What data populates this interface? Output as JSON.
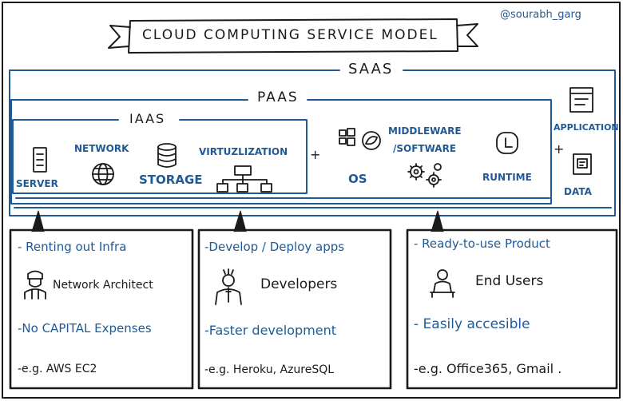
{
  "handle": "@sourabh_garg",
  "title": "CLOUD COMPUTING SERVICE MODEL",
  "layers": {
    "saas": "SAAS",
    "paas": "PAAS",
    "iaas": "IAAS"
  },
  "components": {
    "server": "SERVER",
    "network": "NETWORK",
    "storage": "STORAGE",
    "virtualization": "VIRTUZLIZATION",
    "plus1": "+",
    "os": "OS",
    "middleware_line1": "MIDDLEWARE",
    "middleware_line2": "/SOFTWARE",
    "runtime": "RUNTIME",
    "plus2": "+",
    "application": "APPLICATION",
    "data": "DATA"
  },
  "panels": {
    "iaas": {
      "heading": "- Renting out Infra",
      "role": "Network Architect",
      "benefit": "-No CAPITAL Expenses",
      "example": "-e.g. AWS EC2"
    },
    "paas": {
      "heading": "-Develop / Deploy apps",
      "role": "Developers",
      "benefit": "-Faster development",
      "example": "-e.g. Heroku, AzureSQL"
    },
    "saas": {
      "heading": "- Ready-to-use Product",
      "role": "End Users",
      "benefit": "- Easily accesible",
      "example": "-e.g. Office365, Gmail ."
    }
  },
  "colors": {
    "ink": "#1a1a1a",
    "blue": "#1f5a96"
  }
}
